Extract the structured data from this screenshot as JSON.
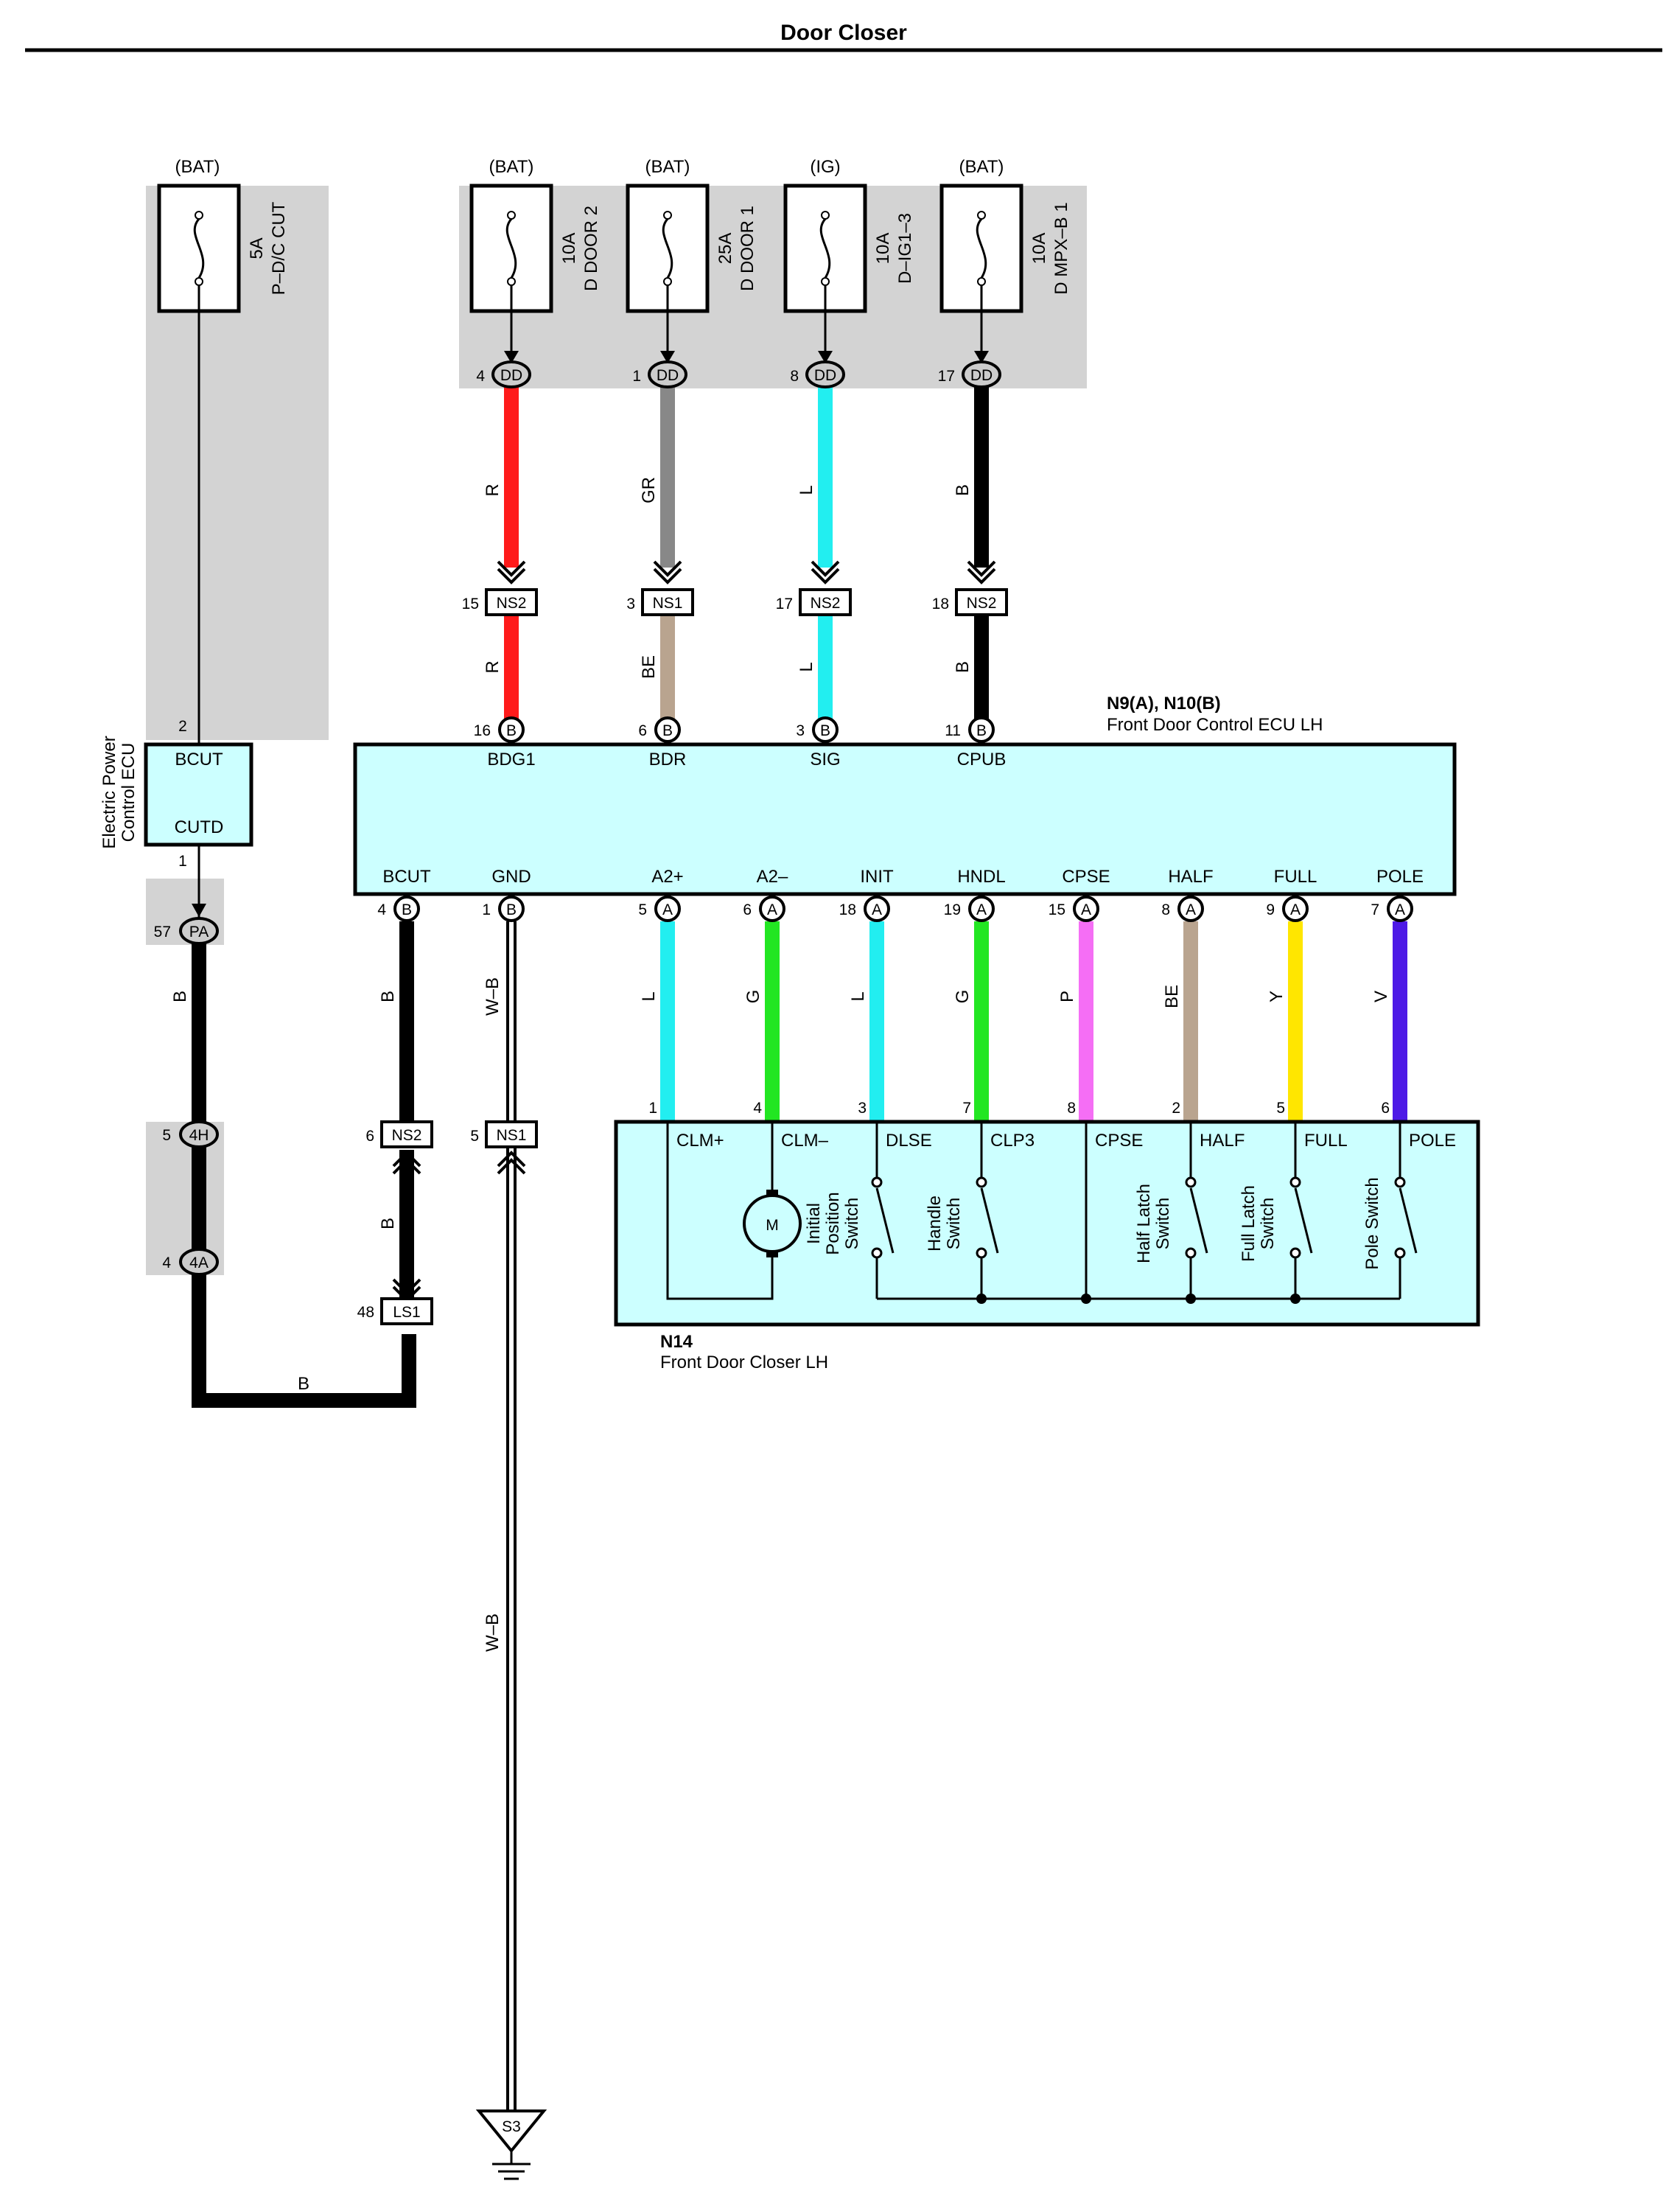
{
  "title": "Door Closer",
  "sources": [
    {
      "id": "pdc",
      "label": "(BAT)",
      "amp": "5A",
      "name": "P–D/C CUT"
    },
    {
      "id": "door2",
      "label": "(BAT)",
      "amp": "10A",
      "name": "D DOOR 2"
    },
    {
      "id": "door1",
      "label": "(BAT)",
      "amp": "25A",
      "name": "D DOOR 1"
    },
    {
      "id": "ig13",
      "label": "(IG)",
      "amp": "10A",
      "name": "D–IG1–3"
    },
    {
      "id": "mpxb1",
      "label": "(BAT)",
      "amp": "10A",
      "name": "D MPX–B 1"
    }
  ],
  "dd_pins": [
    "4",
    "1",
    "8",
    "17"
  ],
  "dd_connector": "DD",
  "upper_wires": [
    {
      "top_color": "R",
      "ns_pin": "15",
      "ns": "NS2",
      "bottom_color": "R",
      "ecu_pin": "16",
      "terminal": "BDG1",
      "hex_top": "#ff1a1a",
      "hex_bottom": "#ff1a1a"
    },
    {
      "top_color": "GR",
      "ns_pin": "3",
      "ns": "NS1",
      "bottom_color": "BE",
      "ecu_pin": "6",
      "terminal": "BDR",
      "hex_top": "#888888",
      "hex_bottom": "#b9a48f"
    },
    {
      "top_color": "L",
      "ns_pin": "17",
      "ns": "NS2",
      "bottom_color": "L",
      "ecu_pin": "3",
      "terminal": "SIG",
      "hex_top": "#22eef0",
      "hex_bottom": "#22eef0"
    },
    {
      "top_color": "B",
      "ns_pin": "18",
      "ns": "NS2",
      "bottom_color": "B",
      "ecu_pin": "11",
      "terminal": "CPUB",
      "hex_top": "#000000",
      "hex_bottom": "#000000"
    }
  ],
  "ecu": {
    "connector_letter_b": "B",
    "connector_letter_a": "A",
    "code": "N9(A), N10(B)",
    "name": "Front Door Control ECU LH",
    "bottom_terminals": [
      {
        "name": "BCUT",
        "pin": "4",
        "letter": "B"
      },
      {
        "name": "GND",
        "pin": "1",
        "letter": "B"
      },
      {
        "name": "A2+",
        "pin": "5",
        "letter": "A"
      },
      {
        "name": "A2–",
        "pin": "6",
        "letter": "A"
      },
      {
        "name": "INIT",
        "pin": "18",
        "letter": "A"
      },
      {
        "name": "HNDL",
        "pin": "19",
        "letter": "A"
      },
      {
        "name": "CPSE",
        "pin": "15",
        "letter": "A"
      },
      {
        "name": "HALF",
        "pin": "8",
        "letter": "A"
      },
      {
        "name": "FULL",
        "pin": "9",
        "letter": "A"
      },
      {
        "name": "POLE",
        "pin": "7",
        "letter": "A"
      }
    ]
  },
  "power_ecu": {
    "name": "Electric Power Control ECU",
    "name_line1": "Electric Power",
    "name_line2": "Control ECU",
    "top_pin": "2",
    "bottom_pin": "1",
    "terminal_top": "BCUT",
    "terminal_bottom": "CUTD"
  },
  "left_path": {
    "pa_pin": "57",
    "pa": "PA",
    "color1": "B",
    "h4_pin": "5",
    "h4": "4H",
    "a4_pin": "4",
    "a4": "4A",
    "bottom_color": "B"
  },
  "bcut_path": {
    "color1": "B",
    "ns_pin": "6",
    "ns": "NS2",
    "color2": "B",
    "ls_pin": "48",
    "ls": "LS1"
  },
  "gnd_path": {
    "color1": "W–B",
    "ns_pin": "5",
    "ns": "NS1",
    "color2": "W–B",
    "ground": "S3"
  },
  "closer_wires": [
    {
      "color": "L",
      "hex": "#22eef0",
      "pin": "1"
    },
    {
      "color": "G",
      "hex": "#22e622",
      "pin": "4"
    },
    {
      "color": "L",
      "hex": "#22eef0",
      "pin": "3"
    },
    {
      "color": "G",
      "hex": "#22e622",
      "pin": "7"
    },
    {
      "color": "P",
      "hex": "#f56ef5",
      "pin": "8"
    },
    {
      "color": "BE",
      "hex": "#b9a48f",
      "pin": "2"
    },
    {
      "color": "Y",
      "hex": "#ffe600",
      "pin": "5"
    },
    {
      "color": "V",
      "hex": "#4d1ae6",
      "pin": "6"
    }
  ],
  "closer": {
    "code": "N14",
    "name": "Front Door Closer LH",
    "terminals": [
      "CLM+",
      "CLM–",
      "DLSE",
      "CLP3",
      "CPSE",
      "HALF",
      "FULL",
      "POLE"
    ],
    "motor": "M",
    "switches": [
      {
        "l1": "Initial",
        "l2": "Position",
        "l3": "Switch"
      },
      {
        "l1": "Handle",
        "l2": "Switch"
      },
      {
        "l1": "Half Latch",
        "l2": "Switch"
      },
      {
        "l1": "Full Latch",
        "l2": "Switch"
      },
      {
        "l1": "Pole Switch"
      }
    ]
  }
}
